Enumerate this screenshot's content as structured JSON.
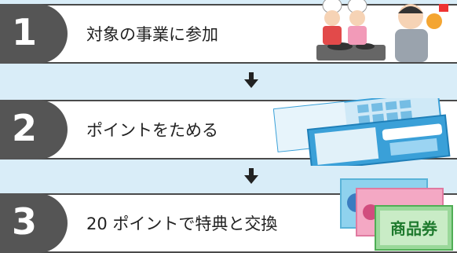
{
  "steps": [
    {
      "number": "1",
      "label": "対象の事業に参加",
      "icon": "cooking-event-icon"
    },
    {
      "number": "2",
      "label": "ポイントをためる",
      "icon": "point-card-icon"
    },
    {
      "number": "3",
      "label": "20 ポイントで特典と交換",
      "icon": "gift-voucher-icon"
    }
  ],
  "voucher_text": "商品券",
  "colors": {
    "background": "#d9edf8",
    "number_box": "#555555",
    "card_blue": "#3aa0d8",
    "voucher_green": "#7cc97a"
  }
}
